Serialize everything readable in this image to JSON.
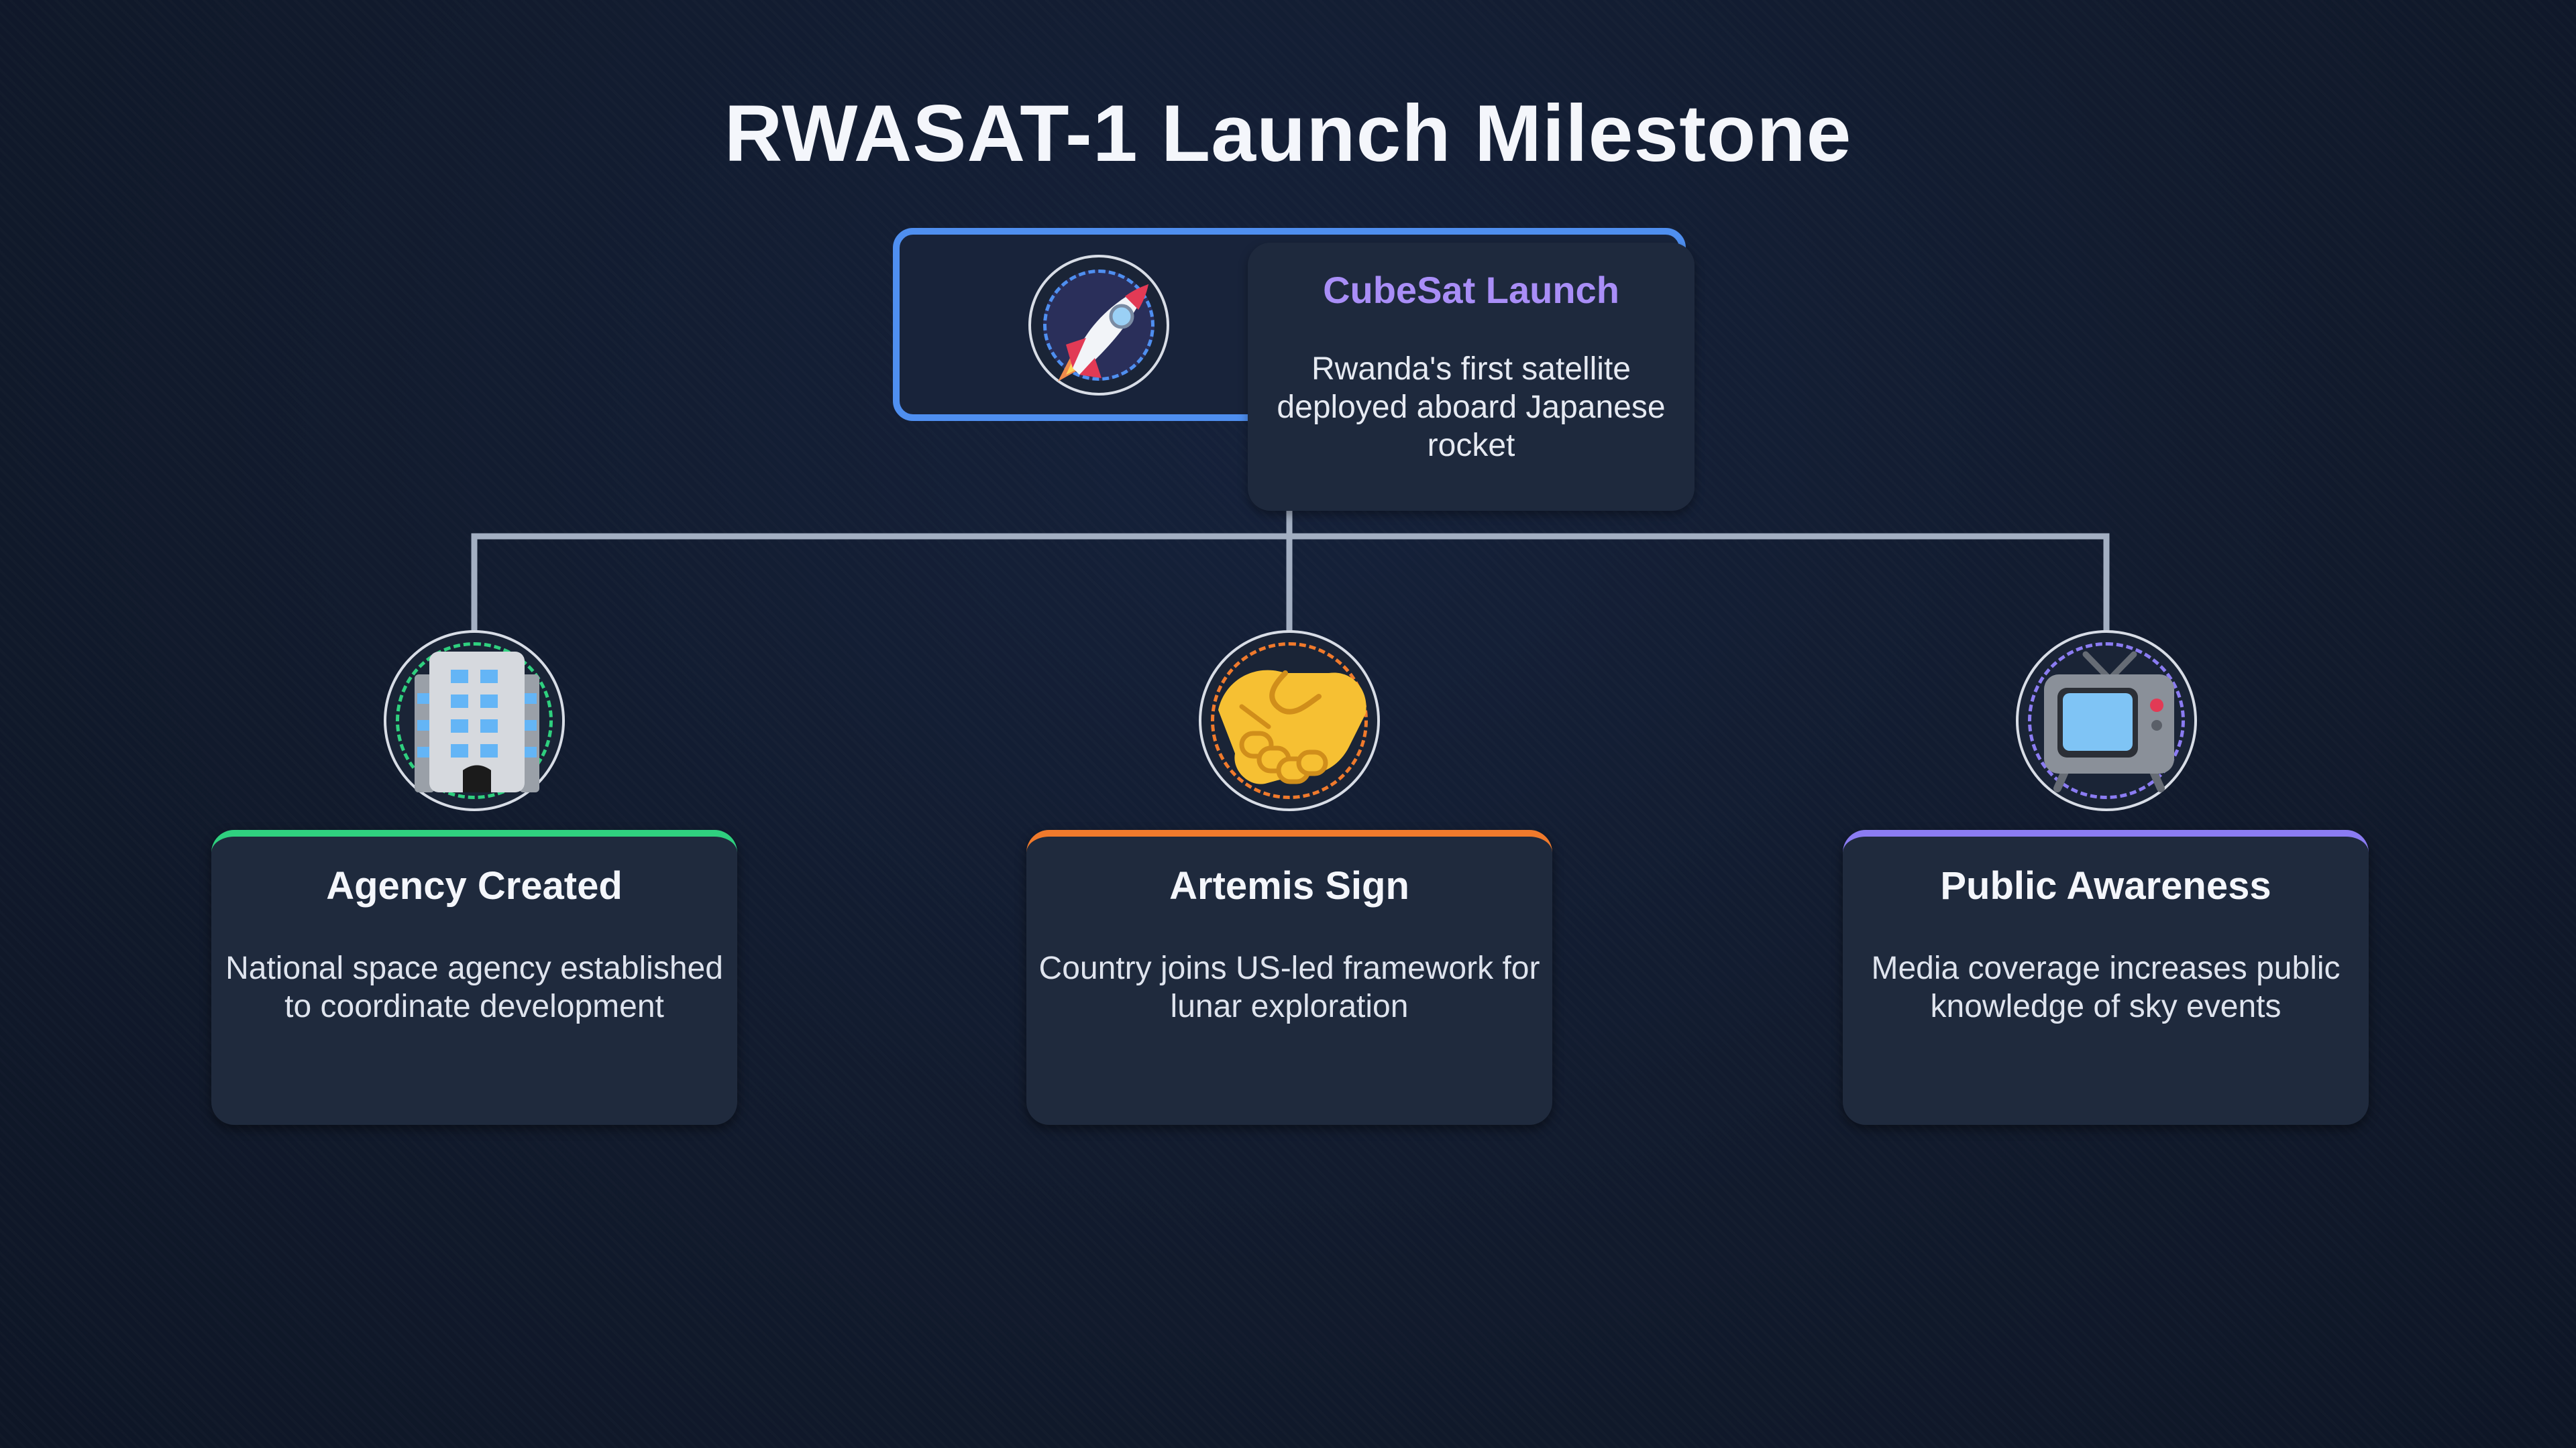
{
  "title": "RWASAT-1 Launch Milestone",
  "root": {
    "title": "CubeSat Launch",
    "description": "Rwanda's first satellite deployed aboard Japanese rocket",
    "icon": "rocket-icon",
    "title_color": "#a98ef7",
    "border_color": "#4f8ff0"
  },
  "children": [
    {
      "title": "Agency Created",
      "description": "National space agency established to coordinate development",
      "icon": "office-building-icon",
      "accent_color": "#2fd07f"
    },
    {
      "title": "Artemis Sign",
      "description": "Country joins US-led framework for lunar exploration",
      "icon": "handshake-icon",
      "accent_color": "#f07a2c"
    },
    {
      "title": "Public Awareness",
      "description": "Media coverage increases public knowledge of sky events",
      "icon": "television-icon",
      "accent_color": "#8b7cf2"
    }
  ],
  "connector_color": "#a3afc2"
}
